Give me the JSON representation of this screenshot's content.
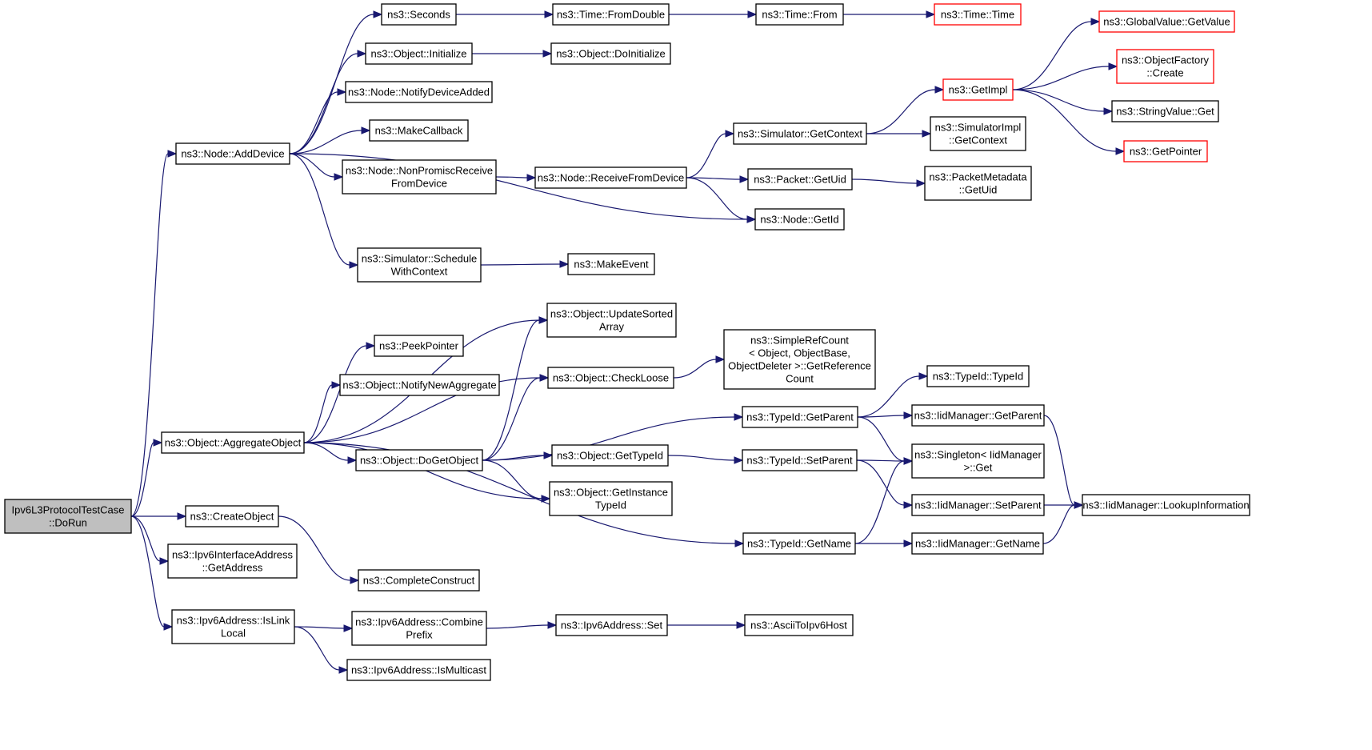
{
  "colors": {
    "edge": "#191970",
    "node_border": "#000000",
    "node_border_truncated": "#ff0000",
    "root_fill": "#bfbfbf",
    "node_fill": "#ffffff"
  },
  "nodes": {
    "dorun": {
      "lines": [
        "Ipv6L3ProtocolTestCase",
        "::DoRun"
      ],
      "style": "root"
    },
    "adddevice": {
      "lines": [
        "ns3::Node::AddDevice"
      ]
    },
    "aggregateobject": {
      "lines": [
        "ns3::Object::AggregateObject"
      ]
    },
    "createobject": {
      "lines": [
        "ns3::CreateObject"
      ]
    },
    "ifacegetaddress": {
      "lines": [
        "ns3::Ipv6InterfaceAddress",
        "::GetAddress"
      ]
    },
    "islinklocal": {
      "lines": [
        "ns3::Ipv6Address::IsLink",
        "Local"
      ]
    },
    "seconds": {
      "lines": [
        "ns3::Seconds"
      ]
    },
    "initialize": {
      "lines": [
        "ns3::Object::Initialize"
      ]
    },
    "notifydeviceadded": {
      "lines": [
        "ns3::Node::NotifyDeviceAdded"
      ]
    },
    "makecallback": {
      "lines": [
        "ns3::MakeCallback"
      ]
    },
    "nonpromisc": {
      "lines": [
        "ns3::Node::NonPromiscReceive",
        "FromDevice"
      ]
    },
    "schedulewithcontext": {
      "lines": [
        "ns3::Simulator::Schedule",
        "WithContext"
      ]
    },
    "timefromdouble": {
      "lines": [
        "ns3::Time::FromDouble"
      ]
    },
    "timefrom": {
      "lines": [
        "ns3::Time::From"
      ]
    },
    "timetime": {
      "lines": [
        "ns3::Time::Time"
      ],
      "style": "truncated"
    },
    "doinitialize": {
      "lines": [
        "ns3::Object::DoInitialize"
      ]
    },
    "receivefromdevice": {
      "lines": [
        "ns3::Node::ReceiveFromDevice"
      ]
    },
    "makeevent": {
      "lines": [
        "ns3::MakeEvent"
      ]
    },
    "getcontext": {
      "lines": [
        "ns3::Simulator::GetContext"
      ]
    },
    "packetgetuid": {
      "lines": [
        "ns3::Packet::GetUid"
      ]
    },
    "nodegetid": {
      "lines": [
        "ns3::Node::GetId"
      ]
    },
    "getimpl": {
      "lines": [
        "ns3::GetImpl"
      ],
      "style": "truncated"
    },
    "simimplgetcontext": {
      "lines": [
        "ns3::SimulatorImpl",
        "::GetContext"
      ]
    },
    "metadatagetuid": {
      "lines": [
        "ns3::PacketMetadata",
        "::GetUid"
      ]
    },
    "globalvalue": {
      "lines": [
        "ns3::GlobalValue::GetValue"
      ],
      "style": "truncated"
    },
    "objectfactory": {
      "lines": [
        "ns3::ObjectFactory",
        "::Create"
      ],
      "style": "truncated"
    },
    "stringvalue": {
      "lines": [
        "ns3::StringValue::Get"
      ]
    },
    "getpointer": {
      "lines": [
        "ns3::GetPointer"
      ],
      "style": "truncated"
    },
    "updatesorted": {
      "lines": [
        "ns3::Object::UpdateSorted",
        "Array"
      ]
    },
    "peekpointer": {
      "lines": [
        "ns3::PeekPointer"
      ]
    },
    "notifynewaggregate": {
      "lines": [
        "ns3::Object::NotifyNewAggregate"
      ]
    },
    "checkloose": {
      "lines": [
        "ns3::Object::CheckLoose"
      ]
    },
    "dogetobject": {
      "lines": [
        "ns3::Object::DoGetObject"
      ]
    },
    "gettypeid": {
      "lines": [
        "ns3::Object::GetTypeId"
      ]
    },
    "getinstancetypeid": {
      "lines": [
        "ns3::Object::GetInstance",
        "TypeId"
      ]
    },
    "simplerefcount": {
      "lines": [
        "ns3::SimpleRefCount",
        "< Object, ObjectBase,",
        "ObjectDeleter >::GetReference",
        "Count"
      ]
    },
    "typeidgetparent": {
      "lines": [
        "ns3::TypeId::GetParent"
      ]
    },
    "typeidsetparent": {
      "lines": [
        "ns3::TypeId::SetParent"
      ]
    },
    "typeidgetname": {
      "lines": [
        "ns3::TypeId::GetName"
      ]
    },
    "typeidtypeid": {
      "lines": [
        "ns3::TypeId::TypeId"
      ]
    },
    "iidgetparent": {
      "lines": [
        "ns3::IidManager::GetParent"
      ]
    },
    "singletonget": {
      "lines": [
        "ns3::Singleton< IidManager",
        ">::Get"
      ]
    },
    "iidsetparent": {
      "lines": [
        "ns3::IidManager::SetParent"
      ]
    },
    "iidgetname": {
      "lines": [
        "ns3::IidManager::GetName"
      ]
    },
    "lookupinformation": {
      "lines": [
        "ns3::IidManager::LookupInformation"
      ]
    },
    "completeconstruct": {
      "lines": [
        "ns3::CompleteConstruct"
      ]
    },
    "combineprefix": {
      "lines": [
        "ns3::Ipv6Address::Combine",
        "Prefix"
      ]
    },
    "ismulticast": {
      "lines": [
        "ns3::Ipv6Address::IsMulticast"
      ]
    },
    "addressset": {
      "lines": [
        "ns3::Ipv6Address::Set"
      ]
    },
    "asciitoipv6host": {
      "lines": [
        "ns3::AsciiToIpv6Host"
      ]
    }
  },
  "edges": [
    [
      "dorun",
      "adddevice"
    ],
    [
      "dorun",
      "aggregateobject"
    ],
    [
      "dorun",
      "createobject"
    ],
    [
      "dorun",
      "ifacegetaddress"
    ],
    [
      "dorun",
      "islinklocal"
    ],
    [
      "adddevice",
      "seconds"
    ],
    [
      "adddevice",
      "initialize"
    ],
    [
      "adddevice",
      "notifydeviceadded"
    ],
    [
      "adddevice",
      "makecallback"
    ],
    [
      "adddevice",
      "nonpromisc"
    ],
    [
      "adddevice",
      "nodegetid"
    ],
    [
      "adddevice",
      "schedulewithcontext"
    ],
    [
      "seconds",
      "timefromdouble"
    ],
    [
      "timefromdouble",
      "timefrom"
    ],
    [
      "timefrom",
      "timetime"
    ],
    [
      "initialize",
      "doinitialize"
    ],
    [
      "nonpromisc",
      "receivefromdevice"
    ],
    [
      "receivefromdevice",
      "getcontext"
    ],
    [
      "receivefromdevice",
      "packetgetuid"
    ],
    [
      "receivefromdevice",
      "nodegetid"
    ],
    [
      "getcontext",
      "getimpl"
    ],
    [
      "getcontext",
      "simimplgetcontext"
    ],
    [
      "getimpl",
      "globalvalue"
    ],
    [
      "getimpl",
      "objectfactory"
    ],
    [
      "getimpl",
      "stringvalue"
    ],
    [
      "getimpl",
      "getpointer"
    ],
    [
      "packetgetuid",
      "metadatagetuid"
    ],
    [
      "schedulewithcontext",
      "makeevent"
    ],
    [
      "aggregateobject",
      "updatesorted"
    ],
    [
      "aggregateobject",
      "peekpointer"
    ],
    [
      "aggregateobject",
      "notifynewaggregate"
    ],
    [
      "aggregateobject",
      "checkloose"
    ],
    [
      "aggregateobject",
      "dogetobject"
    ],
    [
      "aggregateobject",
      "getinstancetypeid"
    ],
    [
      "aggregateobject",
      "typeidgetname"
    ],
    [
      "dogetobject",
      "updatesorted"
    ],
    [
      "dogetobject",
      "checkloose"
    ],
    [
      "dogetobject",
      "gettypeid"
    ],
    [
      "dogetobject",
      "getinstancetypeid"
    ],
    [
      "dogetobject",
      "typeidgetparent"
    ],
    [
      "checkloose",
      "simplerefcount"
    ],
    [
      "gettypeid",
      "typeidsetparent"
    ],
    [
      "typeidgetparent",
      "typeidtypeid"
    ],
    [
      "typeidgetparent",
      "iidgetparent"
    ],
    [
      "typeidgetparent",
      "singletonget"
    ],
    [
      "typeidsetparent",
      "singletonget"
    ],
    [
      "typeidsetparent",
      "iidsetparent"
    ],
    [
      "typeidgetname",
      "singletonget"
    ],
    [
      "typeidgetname",
      "iidgetname"
    ],
    [
      "iidgetparent",
      "lookupinformation"
    ],
    [
      "iidsetparent",
      "lookupinformation"
    ],
    [
      "iidgetname",
      "lookupinformation"
    ],
    [
      "createobject",
      "completeconstruct"
    ],
    [
      "islinklocal",
      "combineprefix"
    ],
    [
      "islinklocal",
      "ismulticast"
    ],
    [
      "combineprefix",
      "addressset"
    ],
    [
      "addressset",
      "asciitoipv6host"
    ]
  ]
}
